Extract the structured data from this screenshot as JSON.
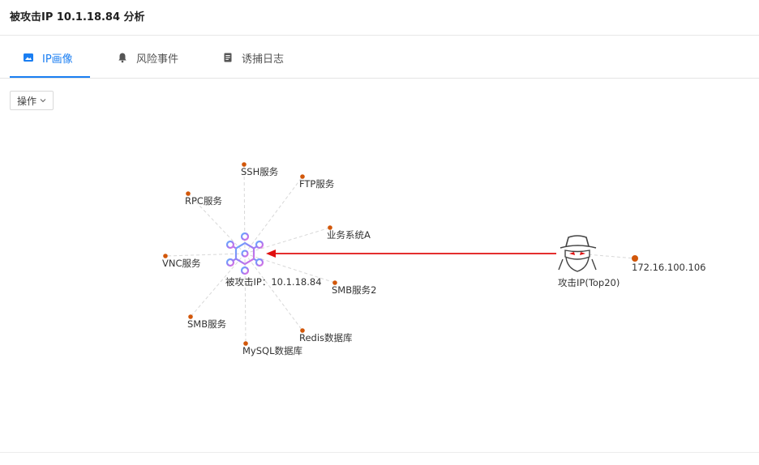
{
  "page": {
    "title": "被攻击IP 10.1.18.84 分析"
  },
  "tabs": [
    {
      "label": "IP画像",
      "icon": "image-icon",
      "active": true
    },
    {
      "label": "风险事件",
      "icon": "bell-icon",
      "active": false
    },
    {
      "label": "诱捕日志",
      "icon": "document-icon",
      "active": false
    }
  ],
  "toolbar": {
    "ops_label": "操作"
  },
  "graph": {
    "center": {
      "label": "被攻击IP：10.1.18.84",
      "icon": "network-hub-icon"
    },
    "services": [
      {
        "label": "SSH服务"
      },
      {
        "label": "FTP服务"
      },
      {
        "label": "RPC服务"
      },
      {
        "label": "业务系统A"
      },
      {
        "label": "VNC服务"
      },
      {
        "label": "SMB服务2"
      },
      {
        "label": "SMB服务"
      },
      {
        "label": "Redis数据库"
      },
      {
        "label": "MySQL数据库"
      }
    ],
    "attacker": {
      "label": "攻击IP(Top20)",
      "icon": "hacker-icon"
    },
    "attacker_ip": {
      "label": "172.16.100.106"
    },
    "colors": {
      "node": "#d2570a",
      "arrow": "#e01010",
      "edge": "#d5d5d5",
      "accent": "#1a7ef2"
    }
  }
}
